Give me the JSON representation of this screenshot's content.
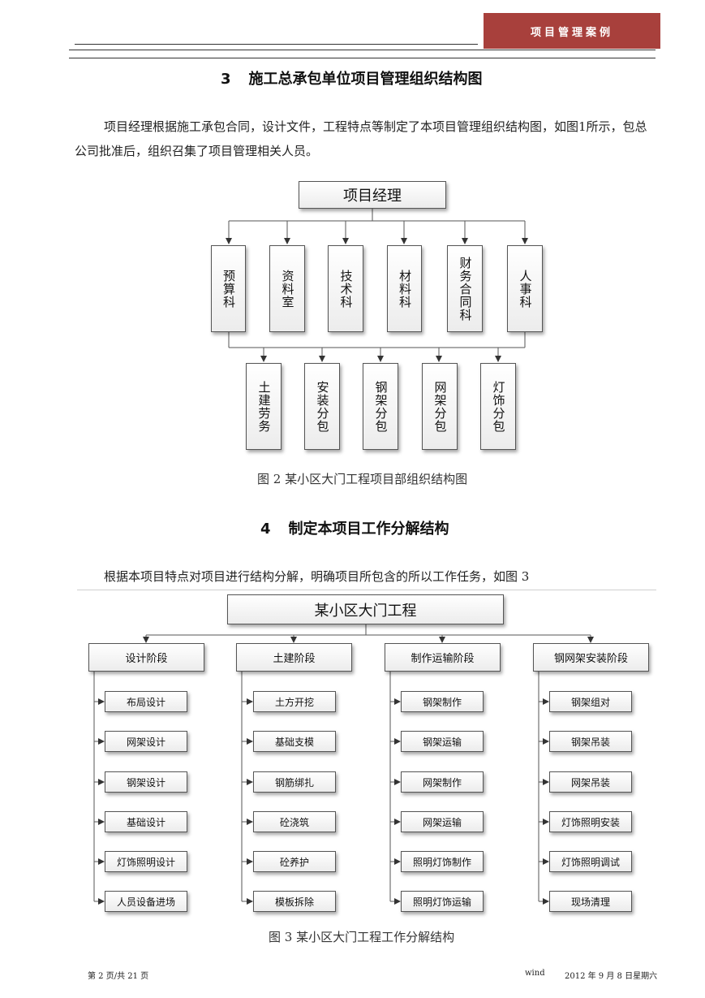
{
  "header": {
    "brand": "项目管理案例"
  },
  "section3": {
    "number": "3",
    "title": "施工总承包单位项目管理组织结构图",
    "paragraph": "项目经理根据施工承包合同，设计文件，工程特点等制定了本项目管理组织结构图，如图1所示，包总公司批准后，组织召集了项目管理相关人员。"
  },
  "org_chart": {
    "root": "项目经理",
    "departments": [
      "预算科",
      "资料室",
      "技术科",
      "材料科",
      "财务合同科",
      "人事科"
    ],
    "subcontractors": [
      "土建劳务",
      "安装分包",
      "钢架分包",
      "网架分包",
      "灯饰分包"
    ],
    "caption": "图 2  某小区大门工程项目部组织结构图"
  },
  "section4": {
    "number": "4",
    "title": "制定本项目工作分解结构",
    "paragraph": "根据本项目特点对项目进行结构分解，明确项目所包含的所以工作任务，如图 3"
  },
  "wbs": {
    "root": "某小区大门工程",
    "phases": [
      {
        "name": "设计阶段",
        "tasks": [
          "布局设计",
          "网架设计",
          "钢架设计",
          "基础设计",
          "灯饰照明设计",
          "人员设备进场"
        ]
      },
      {
        "name": "土建阶段",
        "tasks": [
          "土方开挖",
          "基础支模",
          "钢筋绑扎",
          "砼浇筑",
          "砼养护",
          "模板拆除"
        ]
      },
      {
        "name": "制作运输阶段",
        "tasks": [
          "钢架制作",
          "钢架运输",
          "网架制作",
          "网架运输",
          "照明灯饰制作",
          "照明灯饰运输"
        ]
      },
      {
        "name": "钢网架安装阶段",
        "tasks": [
          "钢架组对",
          "钢架吊装",
          "网架吊装",
          "灯饰照明安装",
          "灯饰照明调试",
          "现场清理"
        ]
      }
    ],
    "caption": "图 3    某小区大门工程工作分解结构"
  },
  "footer": {
    "page": "第 2 页/共 21 页",
    "author": "wind",
    "date": "2012 年 9 月 8 日星期六"
  }
}
